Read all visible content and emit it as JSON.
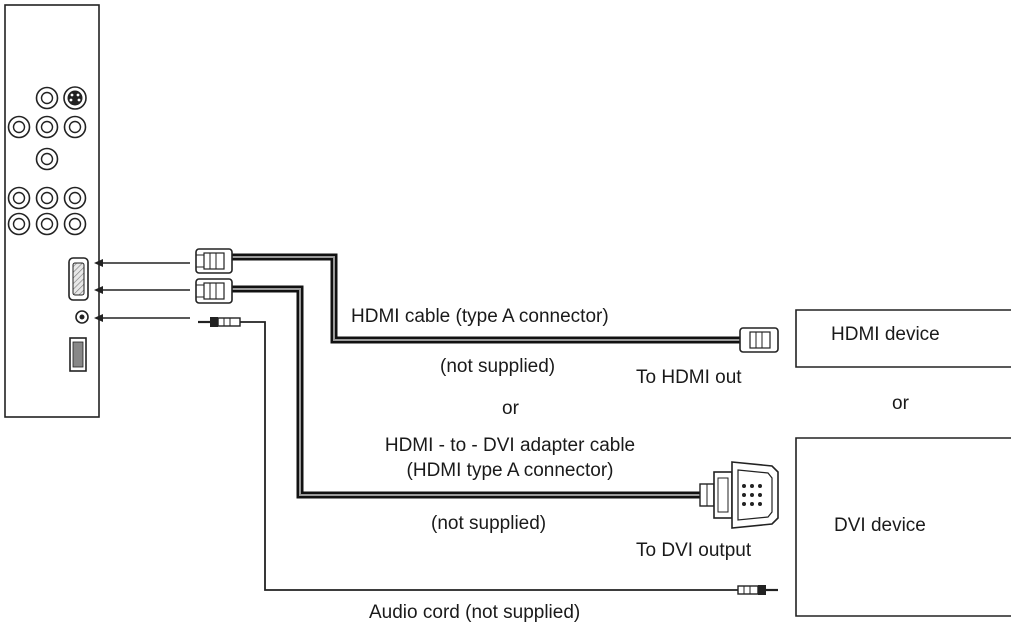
{
  "hdmi": {
    "cable_label": "HDMI cable (type A connector)",
    "not_supplied": "(not supplied)",
    "to_out": "To HDMI out",
    "device": "HDMI device"
  },
  "or_middle": "or",
  "or_right": "or",
  "dvi": {
    "cable_line1": "HDMI - to - DVI adapter cable",
    "cable_line2": "(HDMI type A connector)",
    "not_supplied": "(not supplied)",
    "to_out": "To DVI output",
    "device": "DVI device"
  },
  "audio": {
    "cord_label": "Audio cord (not supplied)"
  }
}
